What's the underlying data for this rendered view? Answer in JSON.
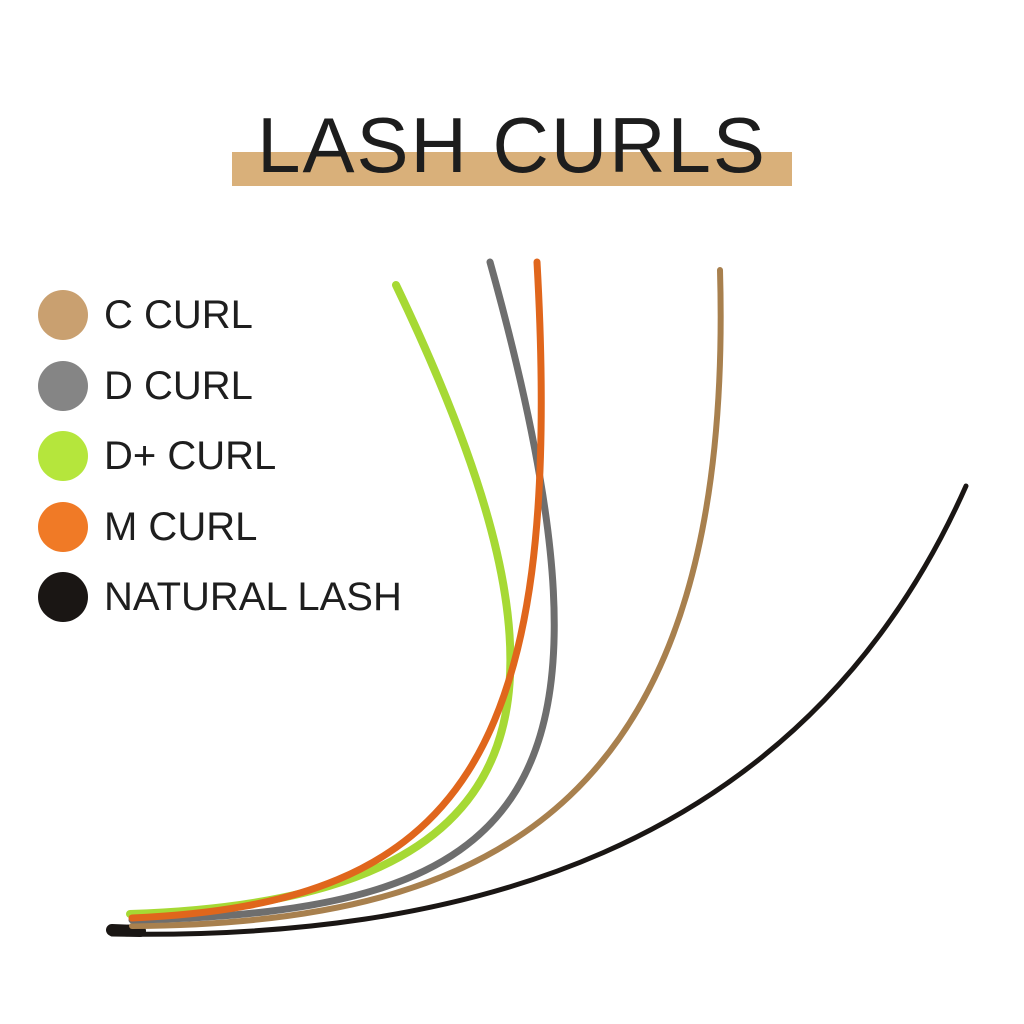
{
  "title": "LASH CURLS",
  "legend": [
    {
      "label": "C CURL",
      "color": "#c9a070"
    },
    {
      "label": "D CURL",
      "color": "#858585"
    },
    {
      "label": "D+ CURL",
      "color": "#b5e63c"
    },
    {
      "label": "M CURL",
      "color": "#f07a26"
    },
    {
      "label": "NATURAL LASH",
      "color": "#1a1614"
    }
  ],
  "colors": {
    "title_bar": "#d9b07a",
    "c_curl_line": "#a8804e",
    "d_curl_line": "#6e6e6e",
    "dplus_curl_line": "#a6d934",
    "m_curl_line": "#e0661c",
    "natural_line": "#1a1614"
  }
}
